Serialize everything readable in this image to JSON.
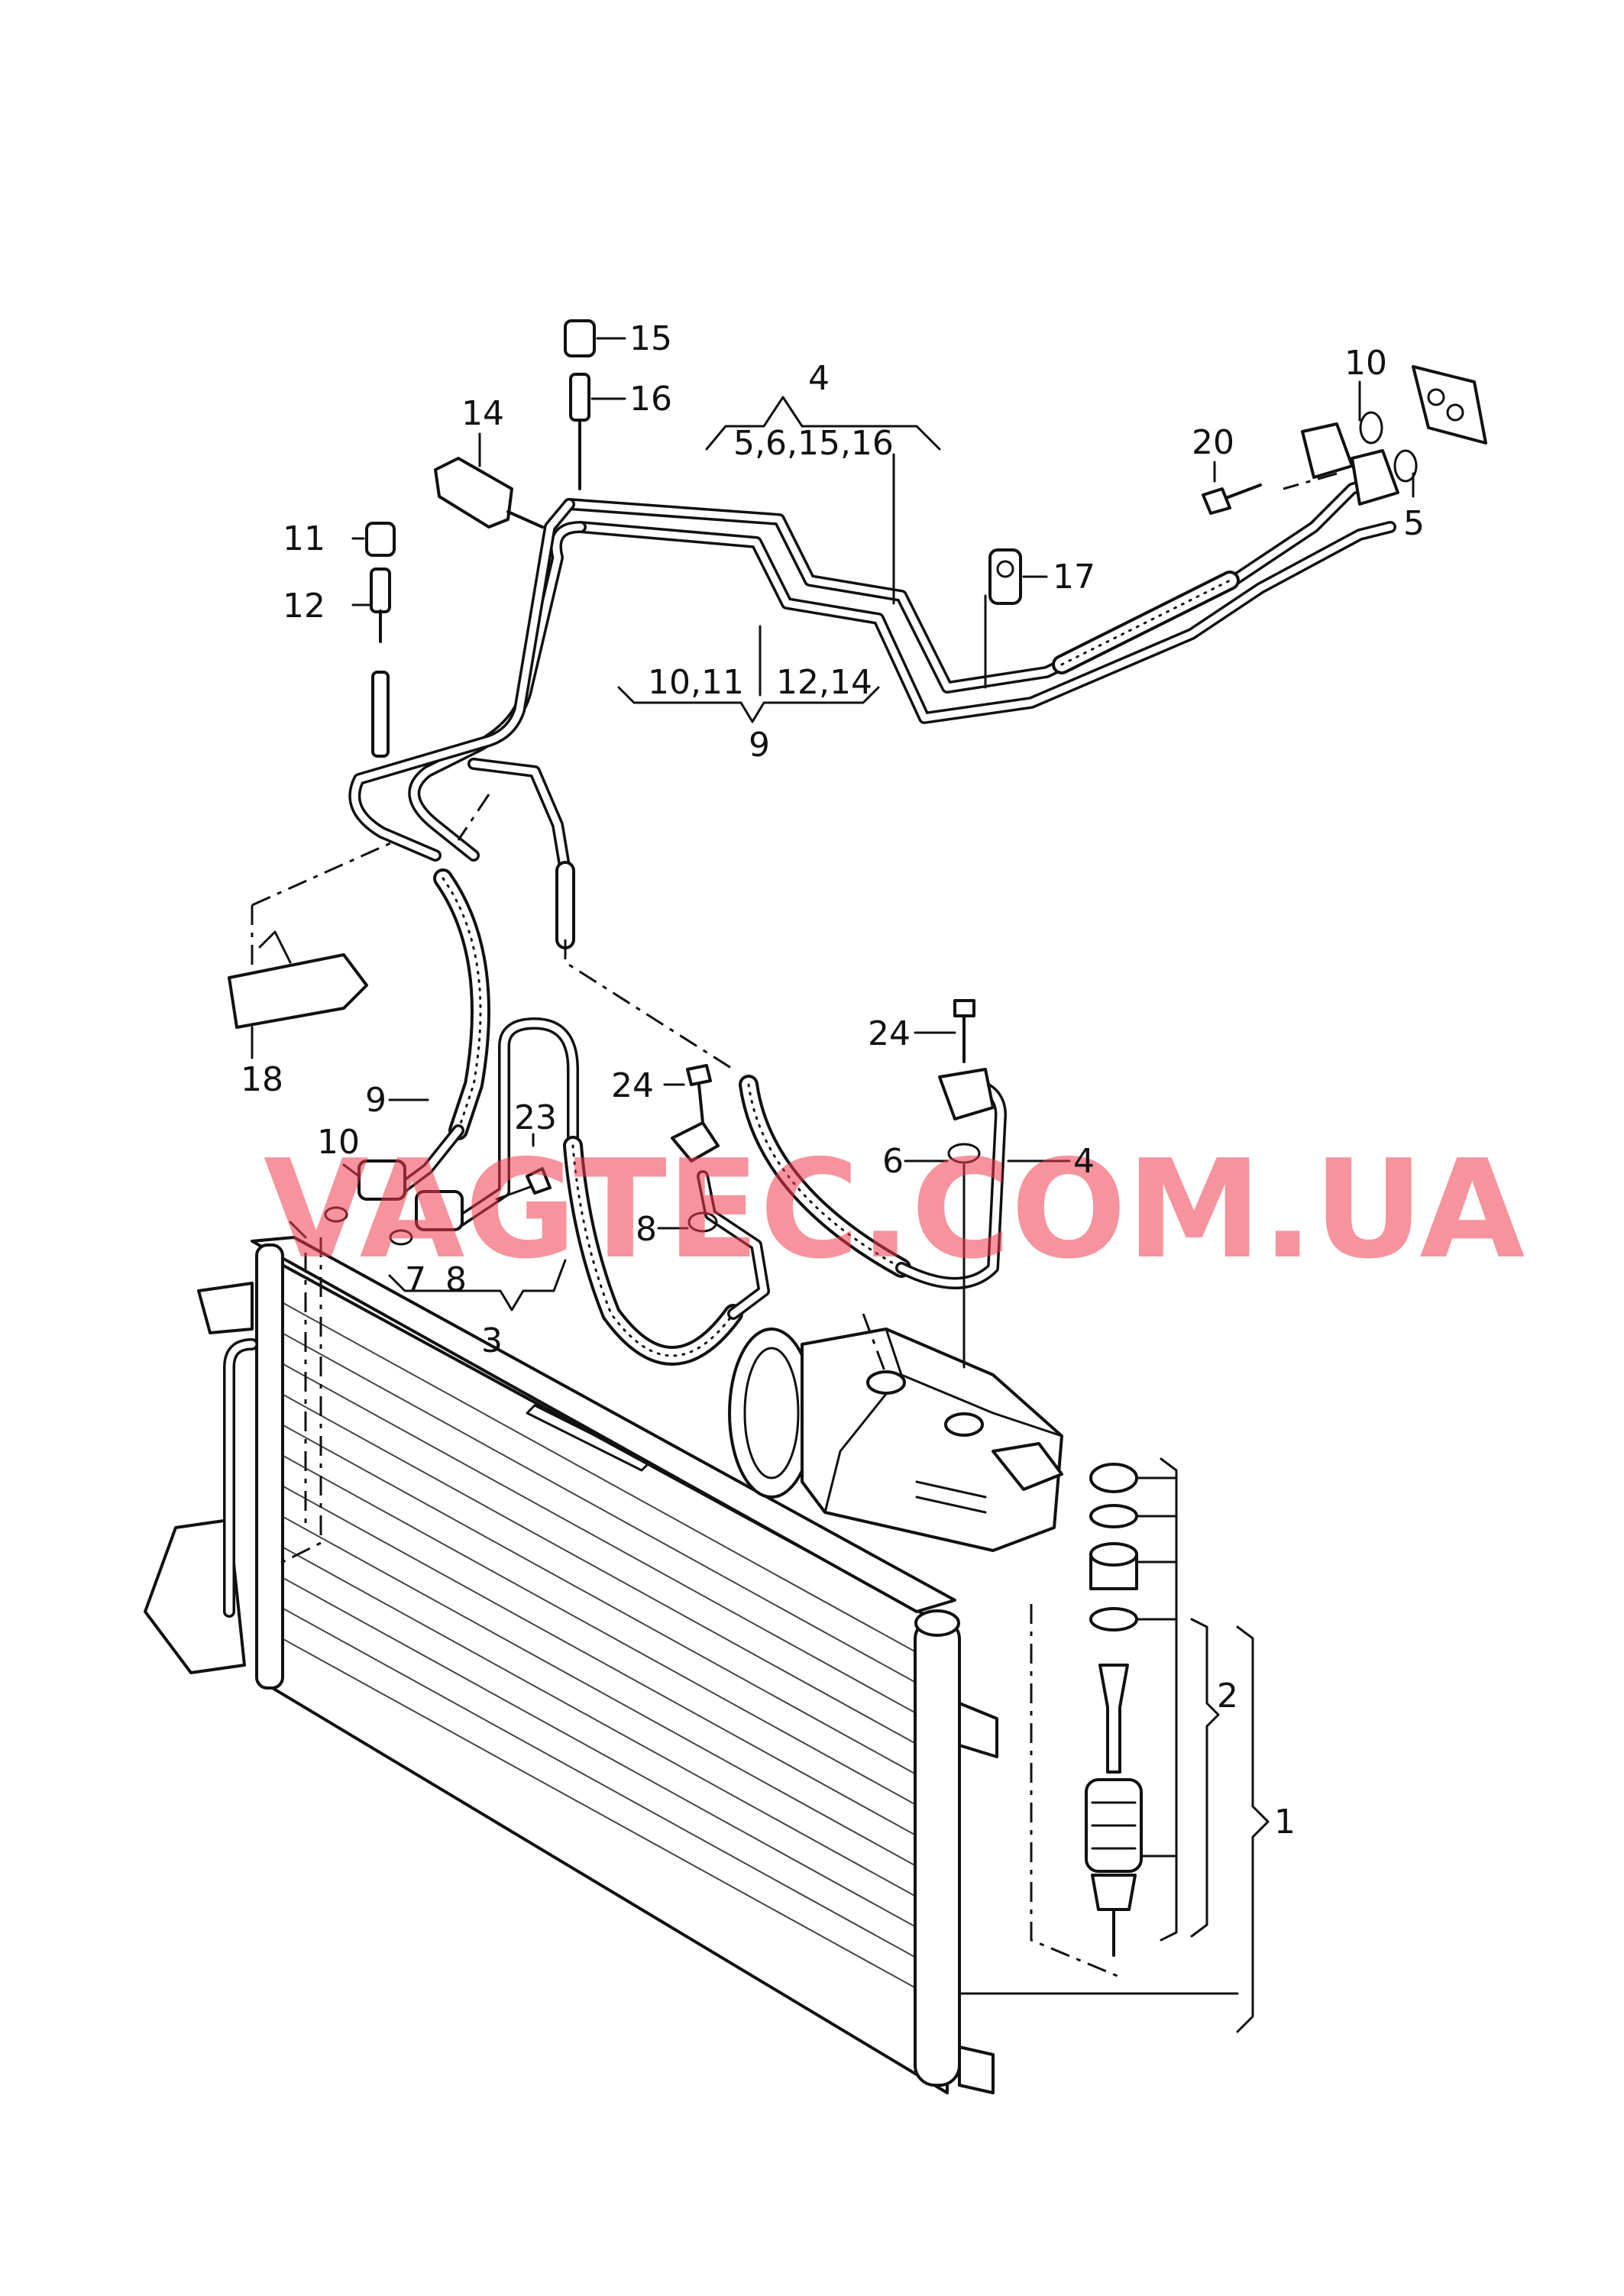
{
  "watermark": "VAGTEC.COM.UA",
  "colors": {
    "watermark": "#ee3a4a",
    "line": "#111111",
    "background": "#ffffff"
  },
  "callouts": {
    "c15": "15",
    "c16": "16",
    "c14": "14",
    "c11": "11",
    "c12": "12",
    "c4_top": "4",
    "c4_group": "5,6,15,16",
    "c10_top": "10",
    "c20": "20",
    "c5": "5",
    "c17": "17",
    "c9_group_left": "10,11",
    "c9_group_right": "12,14",
    "c9_top": "9",
    "c18": "18",
    "c9_left": "9",
    "c10_left": "10",
    "c23": "23",
    "c24_mid": "24",
    "c24_right": "24",
    "c6": "6",
    "c4_right": "4",
    "c8_mid": "8",
    "c7": "7",
    "c8_left": "8",
    "c3": "3",
    "c2": "2",
    "c1": "1"
  }
}
